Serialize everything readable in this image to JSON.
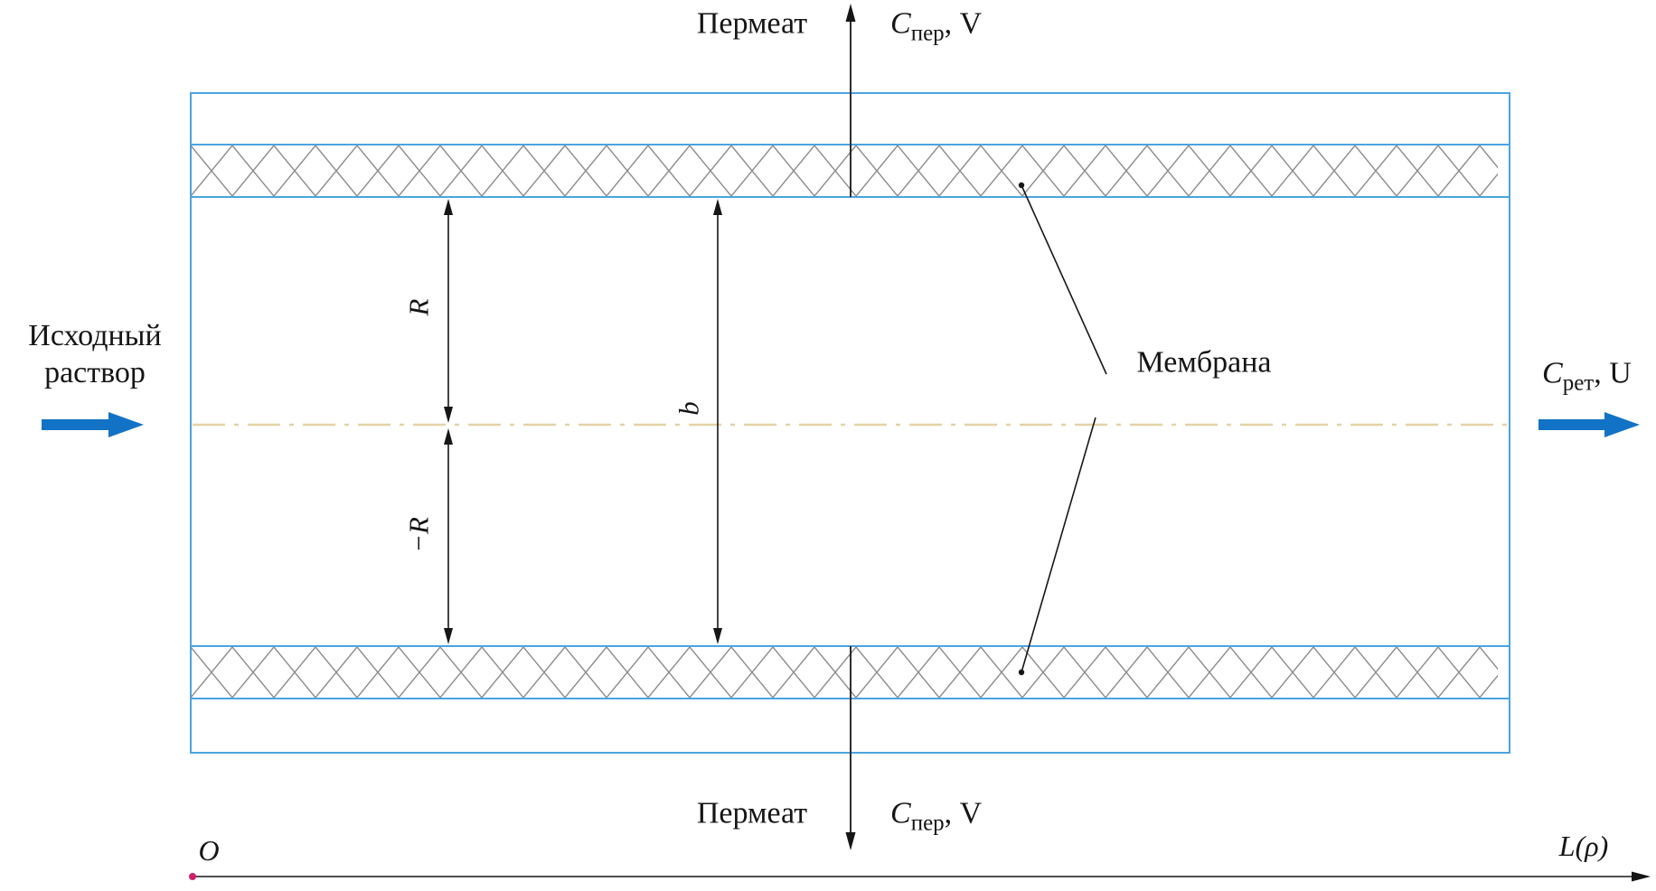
{
  "top": {
    "permeate": "Пермеат",
    "c_symbol": "C",
    "c_sub": "пер",
    "c_tail": ", V"
  },
  "bottom": {
    "permeate": "Пермеат",
    "c_symbol": "C",
    "c_sub": "пер",
    "c_tail": ", V"
  },
  "left": {
    "line1": "Исходный",
    "line2": "раствор"
  },
  "right": {
    "c_symbol": "C",
    "c_sub": "рет",
    "c_tail": ", U"
  },
  "membrane": {
    "label": "Мембрана"
  },
  "dimensions": {
    "r_upper": "R",
    "r_lower": "−R",
    "b": "b"
  },
  "axis": {
    "origin": "O",
    "length_label": "L(ρ)"
  },
  "colors": {
    "box_stroke": "#4aa4e2",
    "hatch_line": "#8b8b8b",
    "centerline": "#e4d2a6",
    "flow_arrow": "#1272c5",
    "ink": "#161616",
    "origin_dot": "#d01f6b"
  }
}
